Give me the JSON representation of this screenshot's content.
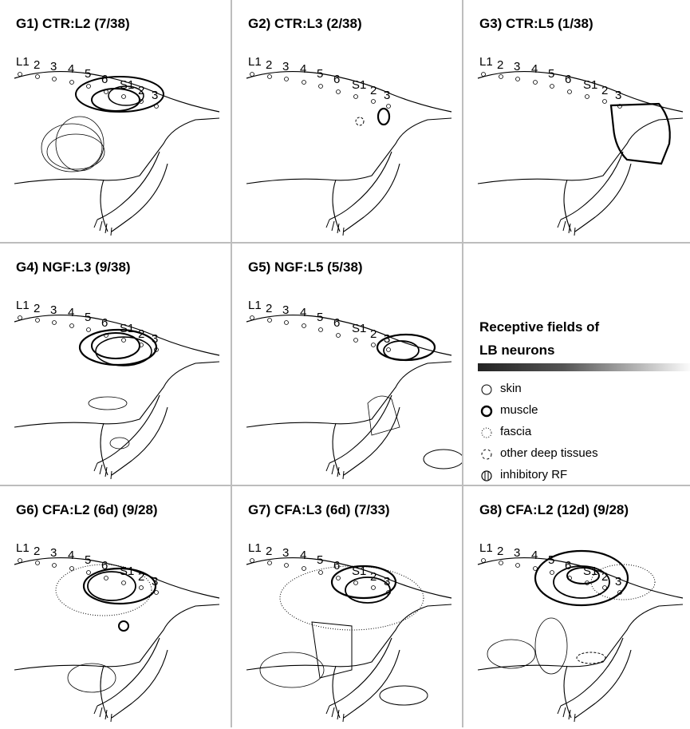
{
  "panels": [
    {
      "id": "g1",
      "title": "G1) CTR:L2 (7/38)"
    },
    {
      "id": "g2",
      "title": "G2) CTR:L3 (2/38)"
    },
    {
      "id": "g3",
      "title": "G3) CTR:L5 (1/38)"
    },
    {
      "id": "g4",
      "title": "G4) NGF:L3 (9/38)"
    },
    {
      "id": "g5",
      "title": "G5) NGF:L5 (5/38)"
    },
    {
      "id": "g6",
      "title": "G6) CFA:L2 (6d) (9/28)"
    },
    {
      "id": "g7",
      "title": "G7) CFA:L3 (6d) (7/33)"
    },
    {
      "id": "g8",
      "title": "G8) CFA:L2 (12d) (9/28)"
    }
  ],
  "vertebra_labels": [
    "L1",
    "2",
    "3",
    "4",
    "5",
    "6",
    "S1",
    "2",
    "3"
  ],
  "legend": {
    "title_line1": "Receptive fields of",
    "title_line2": "LB neurons",
    "items": [
      {
        "label": "skin",
        "icon": "thin-circle-icon"
      },
      {
        "label": "muscle",
        "icon": "thick-circle-icon"
      },
      {
        "label": "fascia",
        "icon": "dotted-circle-icon"
      },
      {
        "label": "other deep tissues",
        "icon": "dashed-circle-icon"
      },
      {
        "label": "inhibitory RF",
        "icon": "hatched-circle-icon"
      }
    ]
  }
}
